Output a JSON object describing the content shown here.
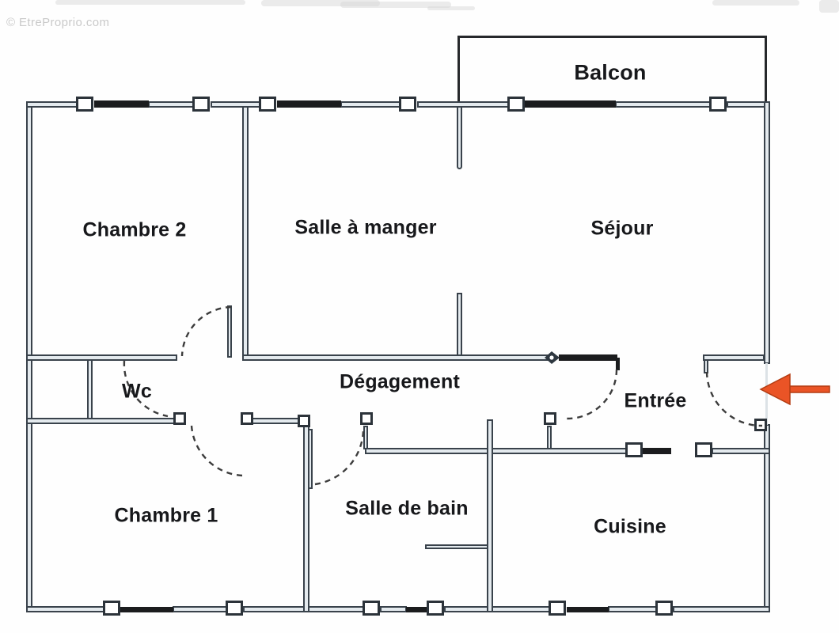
{
  "watermark": "© EtreProprio.com",
  "plan": {
    "type": "apartment-floor-plan",
    "rooms": [
      {
        "id": "balcon",
        "label": "Balcon"
      },
      {
        "id": "chambre-2",
        "label": "Chambre 2"
      },
      {
        "id": "salle-a-manger",
        "label": "Salle à manger"
      },
      {
        "id": "sejour",
        "label": "Séjour"
      },
      {
        "id": "wc",
        "label": "Wc"
      },
      {
        "id": "degagement",
        "label": "Dégagement"
      },
      {
        "id": "entree",
        "label": "Entrée"
      },
      {
        "id": "chambre-1",
        "label": "Chambre 1"
      },
      {
        "id": "salle-de-bain",
        "label": "Salle de bain"
      },
      {
        "id": "cuisine",
        "label": "Cuisine"
      }
    ],
    "annotations": {
      "entry_arrow": {
        "direction": "left",
        "points_at": "Entrée",
        "color": "#ea5426"
      }
    },
    "colors": {
      "wall_fill": "#e4eaee",
      "wall_stroke": "#39424b",
      "dark_wall": "#1b1c1e",
      "arrow": "#ea5426",
      "watermark_text": "#c9c9c9",
      "label_text": "#17181b"
    }
  }
}
